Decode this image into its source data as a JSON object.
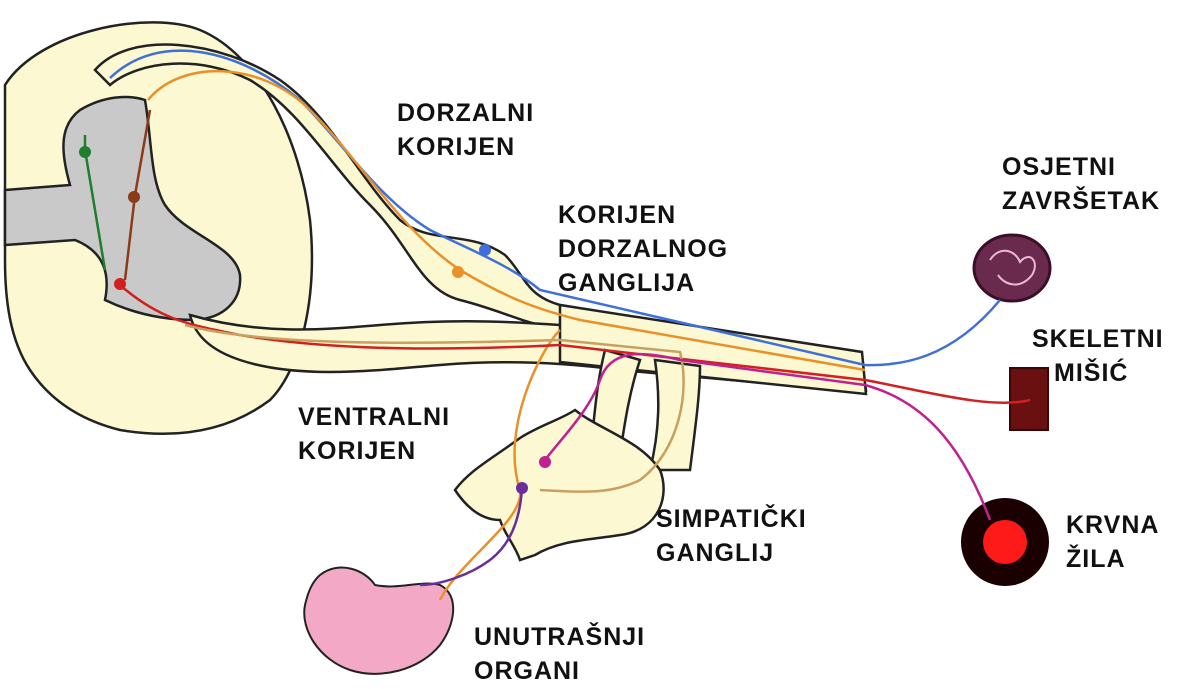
{
  "diagram": {
    "labels": {
      "dorsal_root": [
        "DORZALNI",
        "KORIJEN"
      ],
      "dorsal_root_ganglion": [
        "KORIJEN",
        "DORZALNOG",
        "GANGLIJA"
      ],
      "sensory_ending": [
        "OSJETNI",
        "ZAVRŠETAK"
      ],
      "skeletal_muscle": [
        "SKELETNI",
        "MIŠIĆ"
      ],
      "ventral_root": [
        "VENTRALNI",
        "KORIJEN"
      ],
      "sympathetic_ganglion": [
        "SIMPATIČKI",
        "GANGLIJ"
      ],
      "blood_vessel": [
        "KRVNA",
        "ŽILA"
      ],
      "internal_organs": [
        "UNUTRAŠNJI",
        "ORGANI"
      ]
    },
    "colors": {
      "tissue_fill": "#fbf8d2",
      "gray_matter": "#c9c9c9",
      "sensory_fiber": "#3f6fd8",
      "sensory_neuron_green": "#1e7d2e",
      "visceral_sensory_fiber": "#e8902a",
      "interneuron": "#8b3a1a",
      "motor_fiber": "#d02020",
      "preganglionic_fiber": "#c8a060",
      "postganglionic_fiber": "#c02090",
      "visceral_motor_fiber": "#6a2e9a",
      "muscle": "#6a1010",
      "blood_vessel": "#1a0000",
      "vessel_lumen": "#ff1a1a",
      "organ": "#f3a9c6",
      "sensory_ending": "#6a2a4e"
    }
  }
}
